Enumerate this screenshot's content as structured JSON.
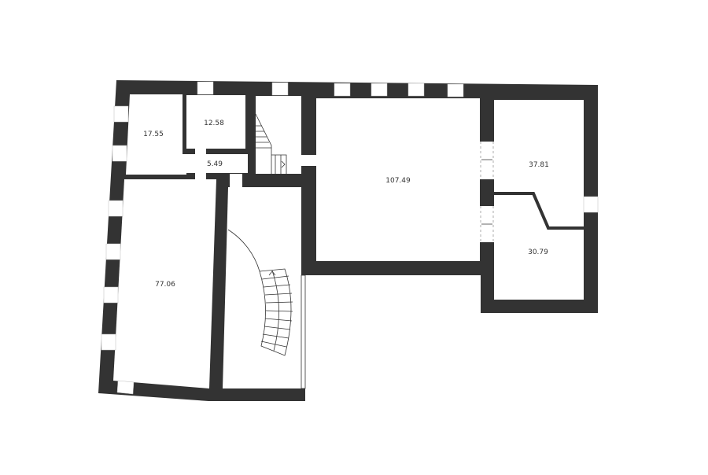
{
  "plan": {
    "rooms": [
      {
        "id": "room-a",
        "area": "17.55"
      },
      {
        "id": "room-b",
        "area": "12.58"
      },
      {
        "id": "room-c",
        "area": "5.49"
      },
      {
        "id": "room-d",
        "area": "107.49"
      },
      {
        "id": "room-e",
        "area": "37.81"
      },
      {
        "id": "room-f",
        "area": "30.79"
      },
      {
        "id": "room-g",
        "area": "77.06"
      }
    ],
    "colors": {
      "wall": "#333333",
      "background": "#ffffff"
    }
  }
}
